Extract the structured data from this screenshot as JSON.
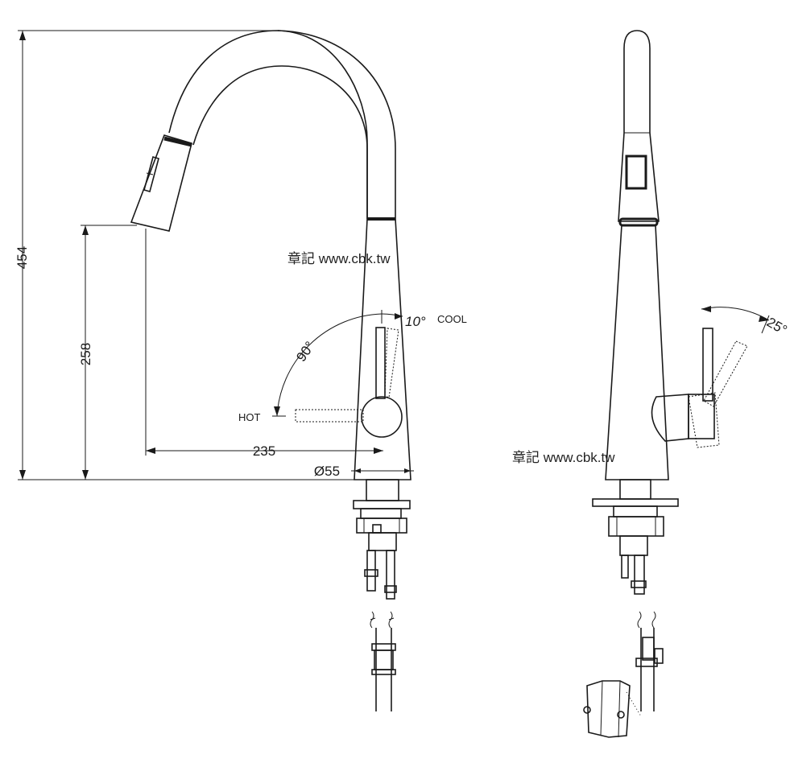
{
  "dimensions": {
    "height_total": "454",
    "spout_height": "258",
    "reach": "235",
    "base_diameter": "Ø55",
    "rotation_angle": "90°",
    "cool_angle": "10°",
    "side_tilt_angle": "25°"
  },
  "labels": {
    "hot": "HOT",
    "cool": "COOL"
  },
  "watermark": {
    "front": "章記 www.cbk.tw",
    "side": "章記 www.cbk.tw"
  }
}
